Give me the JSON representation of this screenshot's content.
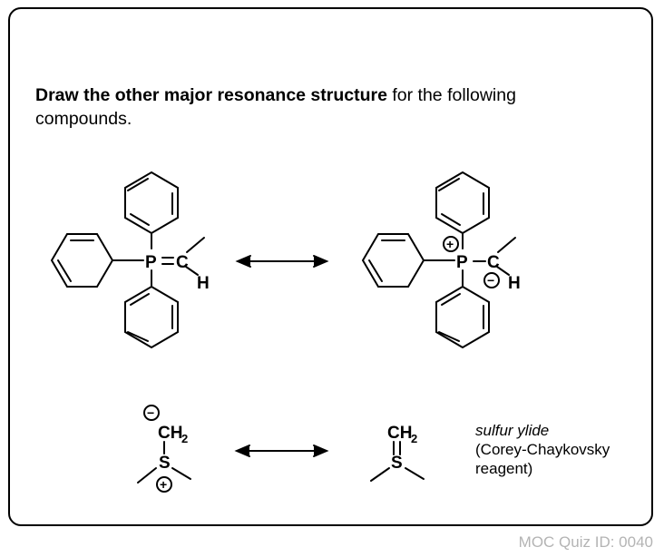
{
  "prompt": {
    "bold": "Draw the other major resonance structure",
    "rest": " for the following compounds."
  },
  "atoms": {
    "P": "P",
    "C": "C",
    "H": "H",
    "S": "S",
    "CH": "CH",
    "two": "2",
    "plus": "+",
    "minus": "−"
  },
  "caption": {
    "line1": "sulfur ylide",
    "line2": "(Corey-Chaykovsky",
    "line3": "reagent)"
  },
  "footer": {
    "quiz_id": "MOC Quiz ID: 0040"
  }
}
